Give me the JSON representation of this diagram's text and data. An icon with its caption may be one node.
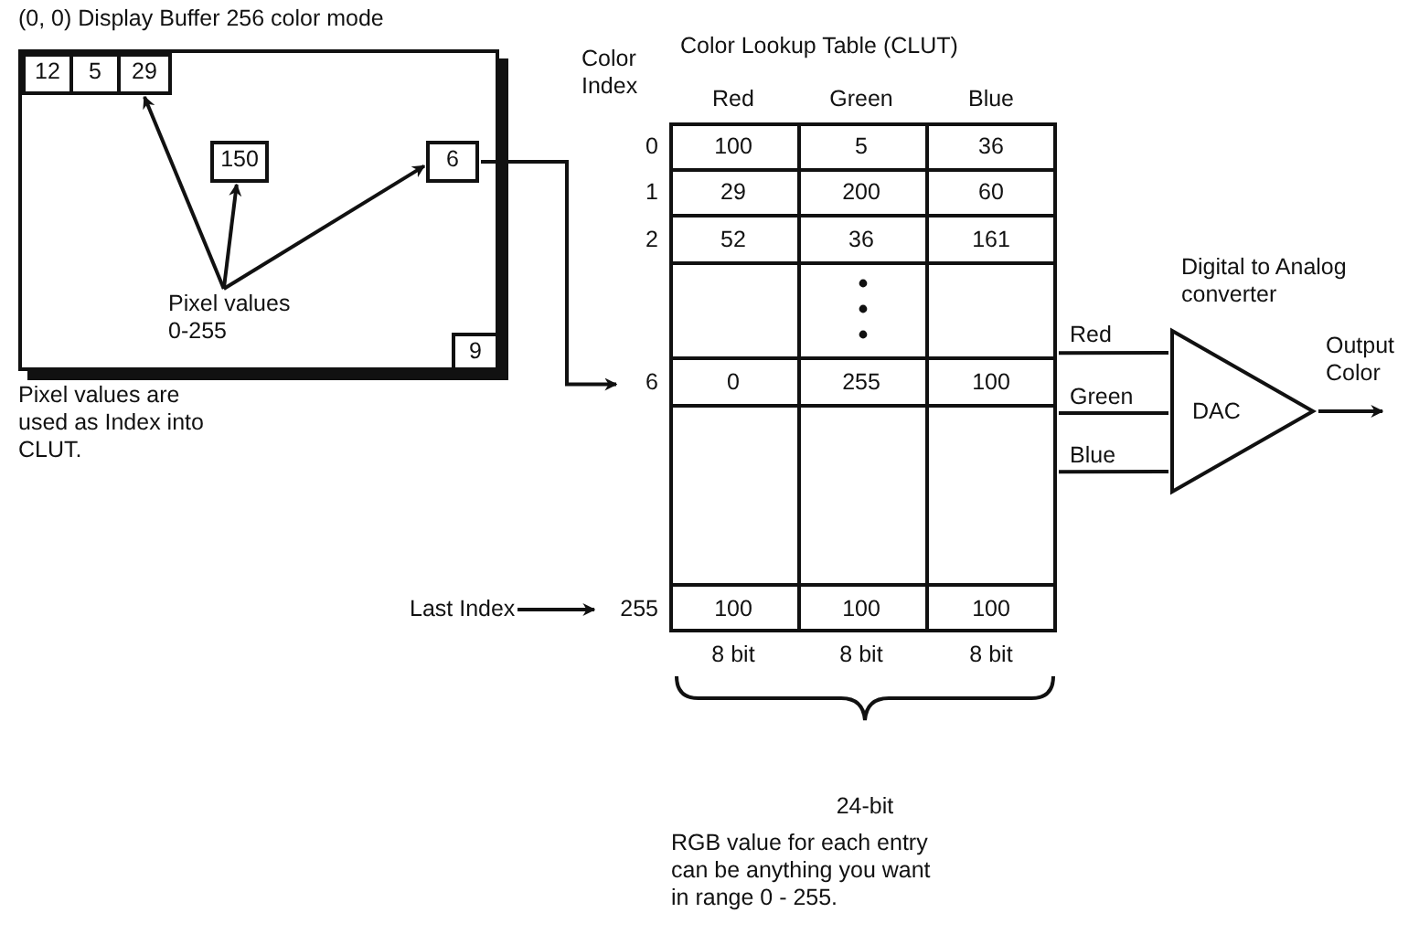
{
  "diagram": {
    "nodes": [
      {
        "text": [
          "(0, 0) Display Buffer 256 color mode"
        ]
      },
      {
        "text": [
          "12"
        ],
        "in": 0
      },
      {
        "text": [
          "5"
        ],
        "in": 0
      },
      {
        "text": [
          "29"
        ],
        "in": 0
      },
      {
        "text": [
          "150"
        ],
        "in": 0
      },
      {
        "text": [
          "6"
        ],
        "in": 0
      },
      {
        "text": [
          "9"
        ],
        "in": 0
      },
      {
        "text": [
          "Pixel values 0-255"
        ],
        "in": 0
      },
      {
        "text": [
          "Color Lookup Table (CLUT)"
        ]
      },
      {
        "text": [
          "6"
        ]
      },
      {
        "text": [
          "Last Index"
        ]
      },
      {
        "text": [
          "255"
        ]
      },
      {
        "text": [
          "DAC"
        ],
        "beside": [
          "Digital to Analog converter"
        ]
      }
    ],
    "edges": [
      {
        "from": 7,
        "to": 3,
        "arrow": "to"
      },
      {
        "from": 7,
        "to": 4,
        "arrow": "to"
      },
      {
        "from": 7,
        "to": 5,
        "arrow": "to"
      },
      {
        "from": 5,
        "to": 9,
        "arrow": "to"
      },
      {
        "from": 10,
        "to": 11,
        "arrow": "to"
      },
      {
        "from": 8,
        "to": 12,
        "arrow": "none",
        "label": "Red"
      },
      {
        "from": 8,
        "to": 12,
        "arrow": "none",
        "label": "Green"
      },
      {
        "from": 8,
        "to": 12,
        "arrow": "none",
        "label": "Blue"
      },
      {
        "from": 12,
        "to": null,
        "arrow": "to",
        "label": "Output Color"
      }
    ],
    "labels": [
      "Pixel values are used as Index into CLUT.",
      "Color Index",
      "Red",
      "Green",
      "Blue",
      "0",
      "100",
      "5",
      "36",
      "1",
      "29",
      "200",
      "60",
      "2",
      "52",
      "36",
      "161",
      "0",
      "255",
      "100",
      "100",
      "100",
      "100",
      "8 bit",
      "8 bit",
      "8 bit",
      "24-bit",
      "RGB value for each entry can be anything you want in range 0 - 255."
    ]
  }
}
